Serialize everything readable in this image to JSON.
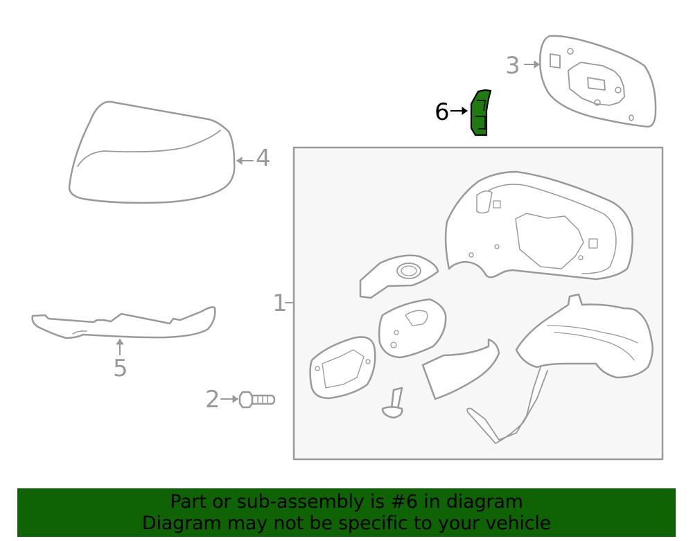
{
  "diagram": {
    "title": "Outside mirror exploded parts diagram",
    "line_color": "#999999",
    "highlight_color": "#0f7a07",
    "assembly_box_fill": "#f7f7f7",
    "callouts": [
      {
        "number": "1",
        "part": "mirror-assembly",
        "highlighted": false
      },
      {
        "number": "2",
        "part": "bolt",
        "highlighted": false
      },
      {
        "number": "3",
        "part": "mirror-glass",
        "highlighted": false
      },
      {
        "number": "4",
        "part": "mirror-cover",
        "highlighted": false
      },
      {
        "number": "5",
        "part": "lower-garnish",
        "highlighted": false
      },
      {
        "number": "6",
        "part": "side-turn-signal-lamp",
        "highlighted": true
      }
    ]
  },
  "banner": {
    "line1": "Part or sub-assembly is #6 in diagram",
    "line2": "Diagram may not be specific to your vehicle",
    "background": "#0f6305"
  }
}
